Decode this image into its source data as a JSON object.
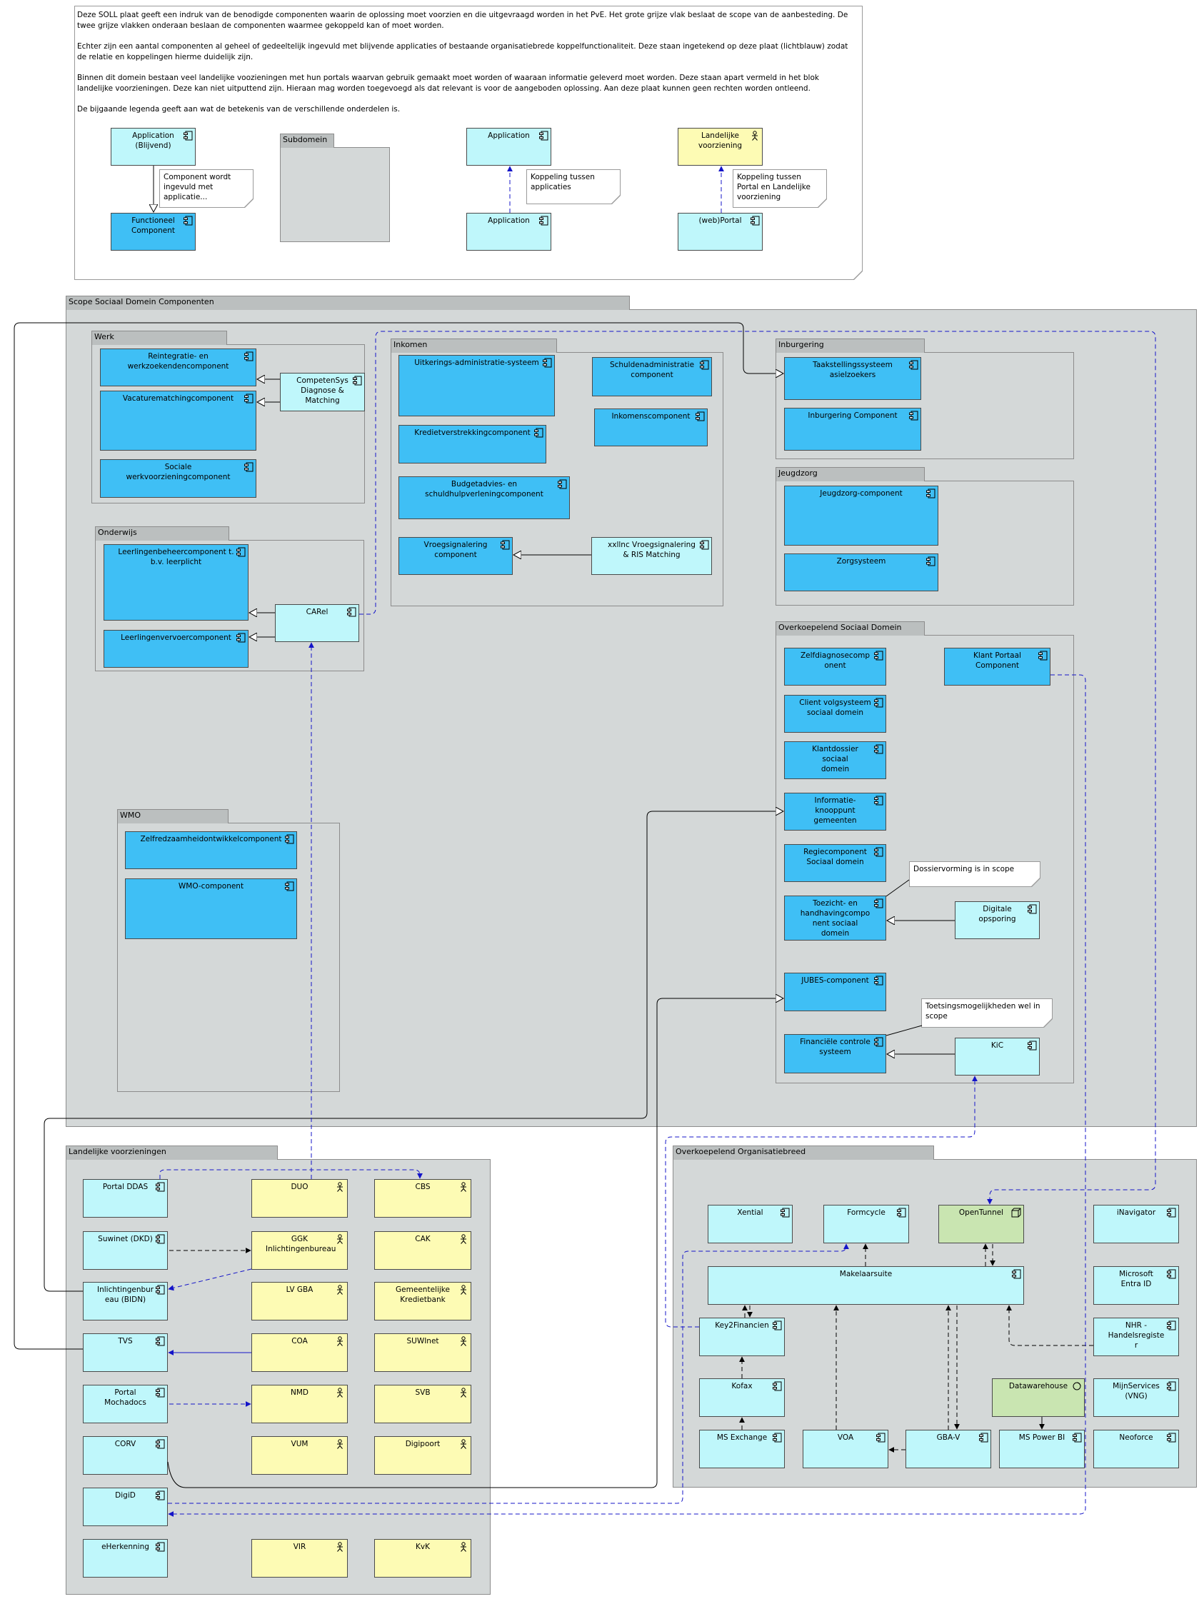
{
  "intro": {
    "p1": "Deze SOLL plaat geeft een indruk van de benodigde componenten waarin de oplossing moet voorzien en die uitgevraagd worden in het PvE. Het grote grijze vlak beslaat de scope van de aanbesteding. De twee grijze vlakken onderaan beslaan de componenten waarmee gekoppeld kan of moet worden.",
    "p2": "Echter zijn een aantal componenten al geheel of gedeeltelijk ingevuld met blijvende applicaties of bestaande organisatiebrede koppelfunctionaliteit. Deze staan ingetekend op deze plaat (lichtblauw) zodat de relatie en koppelingen hierme duidelijk zijn.",
    "p3": "Binnen dit domein bestaan veel landelijke voozieningen met hun portals waarvan gebruik gemaakt moet worden of waaraan informatie geleverd moet worden. Deze staan apart vermeld in het blok landelijke voorzieningen. Deze kan niet uitputtend zijn. Hieraan mag worden toegevoegd als dat relevant is voor de aangeboden oplossing. Aan deze plaat kunnen geen rechten worden ontleend.",
    "p4": "De bijgaande legenda geeft aan wat de betekenis van de verschillende onderdelen is."
  },
  "legend": {
    "app_blijvend": "Application\n(Blijvend)",
    "functioneel": "Functioneel\nComponent",
    "note1": "Component wordt\ningevuld met\napplicatie...",
    "subdomein": "Subdomein",
    "application_top": "Application",
    "application_bottom": "Application",
    "note2": "Koppeling tussen\napplicaties",
    "landelijke": "Landelijke\nvoorziening",
    "webportal": "(web)Portal",
    "note3": "Koppeling tussen\nPortal en Landelijke\nvoorziening"
  },
  "groups": {
    "scope": "Scope Sociaal Domein Componenten",
    "werk": "Werk",
    "onderwijs": "Onderwijs",
    "wmo": "WMO",
    "inkomen": "Inkomen",
    "inburgering": "Inburgering",
    "jeugdzorg": "Jeugdzorg",
    "overkoepelend_sd": "Overkoepelend Sociaal Domein",
    "landelijk": "Landelijke voorzieningen",
    "overkoepelend_org": "Overkoepelend Organisatiebreed"
  },
  "werk": {
    "reintegratie": "Reintegratie- en\nwerkzoekendencomponent",
    "vacature": "Vacaturematchingcomponent",
    "sociale": "Sociale\nwerkvoorzieningcomponent",
    "competensys": "CompetenSys\nDiagnose &\nMatching"
  },
  "onderwijs": {
    "leerlingenbeheer": "Leerlingenbeheercomponent t.\nb.v. leerplicht",
    "leerlingenvervoer": "Leerlingenvervoercomponent",
    "carel": "CARel"
  },
  "wmo": {
    "zelfredzaamheid": "Zelfredzaamheidontwikkelcomponent",
    "wmo_component": "WMO-component"
  },
  "inkomen": {
    "uitkering": "Uitkerings-administratie-systeem",
    "schuldenadmin": "Schuldenadministratie\ncomponent",
    "inkomens": "Inkomenscomponent",
    "krediet": "Kredietverstrekkingcomponent",
    "budgetadvies": "Budgetadvies- en\nschuldhulpverleningcomponent",
    "vroeg": "Vroegsignalering\ncomponent",
    "xxllnc": "xxllnc Vroegsignalering\n& RIS Matching"
  },
  "inburgering": {
    "taakstelling": "Taakstellingssysteem\nasielzoekers",
    "inburgering_comp": "Inburgering Component"
  },
  "jeugdzorg": {
    "jeugdzorg_comp": "Jeugdzorg-component",
    "zorgsysteem": "Zorgsysteem"
  },
  "overkoepelend_sd": {
    "zelfdiagnose": "Zelfdiagnosecomp\nonent",
    "klantportaal": "Klant Portaal\nComponent",
    "client_volg": "Client volgsysteem\nsociaal domein",
    "klantdossier": "Klantdossier sociaal\ndomein",
    "informatie": "Informatie-\nknooppunt\ngemeenten",
    "regie": "Regiecomponent\nSociaal domein",
    "note_dossier": "Dossiervorming is in scope",
    "toezicht": "Toezicht- en\nhandhavingcompo\nnent sociaal\ndomein",
    "digitale": "Digitale\nopsporing",
    "jubes": "JUBES-component",
    "note_toetsing": "Toetsingsmogelijkheden wel in\nscope",
    "financiele": "Financiële controle\nsysteem",
    "kic": "KiC"
  },
  "landelijk": {
    "portal_ddas": "Portal DDAS",
    "suwinet": "Suwinet (DKD)",
    "bidn": "Inlichtingenbur\neau (BIDN)",
    "tvs": "TVS",
    "mochadocs": "Portal\nMochadocs",
    "corv": "CORV",
    "digid": "DigiD",
    "eherkenning": "eHerkenning",
    "duo": "DUO",
    "ggk": "GGK\nInlichtingenbureau",
    "lvgba": "LV GBA",
    "coa": "COA",
    "nmd": "NMD",
    "vum": "VUM",
    "vir": "VIR",
    "cbs": "CBS",
    "cak": "CAK",
    "gkb": "Gemeentelijke\nKredietbank",
    "suwinet2": "SUWInet",
    "svb": "SVB",
    "digipoort": "Digipoort",
    "kvk": "KvK"
  },
  "org": {
    "xential": "Xential",
    "formcycle": "Formcycle",
    "opentunnel": "OpenTunnel",
    "inavigator": "iNavigator",
    "makelaarsuite": "Makelaarsuite",
    "entra": "Microsoft\nEntra ID",
    "key2": "Key2Financien",
    "nhr": "NHR -\nHandelsregiste\nr",
    "kofax": "Kofax",
    "datawarehouse": "Datawarehouse",
    "mijnservices": "MijnServices\n(VNG)",
    "msexchange": "MS Exchange",
    "voa": "VOA",
    "gbav": "GBA-V",
    "powerbi": "MS Power BI",
    "neoforce": "Neoforce"
  },
  "colors": {
    "functional_component": "#3fbff5",
    "existing_application": "#bff7fb",
    "national_facility": "#fdfbb4",
    "organisation_wide": "#c9e5b1",
    "group_fill": "#d4d8d8",
    "dashed_connector": "#0000cc"
  }
}
